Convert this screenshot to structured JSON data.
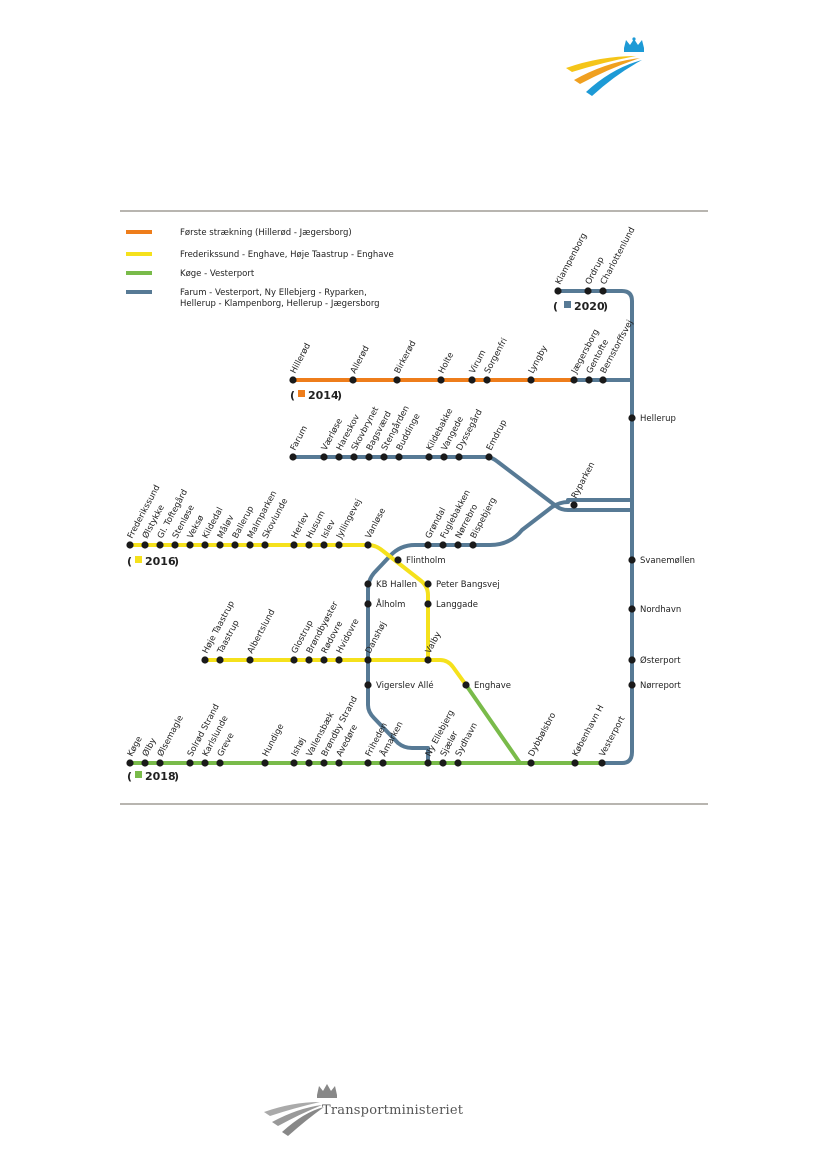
{
  "colors": {
    "orange": "#ee7d1b",
    "yellow": "#f5e11c",
    "green": "#79bb4a",
    "blue": "#577a95",
    "rule": "#b8b5b0"
  },
  "legend": [
    {
      "color": "orange",
      "text": "Første strækning (Hillerød - Jægersborg)"
    },
    {
      "color": "yellow",
      "text": "Frederikssund - Enghave, Høje Taastrup - Enghave"
    },
    {
      "color": "green",
      "text": "Køge - Vesterport"
    },
    {
      "color": "blue",
      "text": "Farum - Vesterport, Ny Ellebjerg - Ryparken,",
      "text2": "Hellerup - Klampenborg, Hellerup - Jægersborg"
    }
  ],
  "years": {
    "y2014": "2014",
    "y2016": "2016",
    "y2018": "2018",
    "y2020": "2020"
  },
  "stations": {
    "klampenborg": "Klampenborg",
    "ordrup": "Ordrup",
    "charlottenlund": "Charlottenlund",
    "hilleroed": "Hillerød",
    "alleroed": "Allerød",
    "birkeroed": "Birkerød",
    "holte": "Holte",
    "virum": "Virum",
    "sorgenfri": "Sorgenfri",
    "lyngby": "Lyngby",
    "jaegersborg": "Jægersborg",
    "gentofte": "Gentofte",
    "bernstorffsvej": "Bernstorffsvej",
    "hellerup": "Hellerup",
    "farum": "Farum",
    "vaerloese": "Værløse",
    "hareskov": "Hareskov",
    "skovbrynet": "Skovbrynet",
    "bagsvaerd": "Bagsværd",
    "stengaarden": "Stengården",
    "buddinge": "Buddinge",
    "kildebakke": "Kildebakke",
    "vangede": "Vangede",
    "dyssegaard": "Dyssegård",
    "emdrup": "Emdrup",
    "ryparken": "Ryparken",
    "frederikssund": "Frederikssund",
    "oelstykke": "Ølstykke",
    "gltoftegaard": "Gl. Toftegård",
    "stenloese": "Stenløse",
    "veksoe": "Veksø",
    "kildedal": "Kildedal",
    "maaloev": "Måløv",
    "ballerup": "Ballerup",
    "malmparken": "Malmparken",
    "skovlunde": "Skovlunde",
    "herlev": "Herlev",
    "husum": "Husum",
    "islev": "Islev",
    "jyllingevej": "Jyllingevej",
    "vanloese": "Vanløse",
    "grondal": "Grøndal",
    "fuglebakken": "Fuglebakken",
    "noerrebro": "Nørrebro",
    "bispebjerg": "Bispebjerg",
    "flintholm": "Flintholm",
    "svanemoellen": "Svanemøllen",
    "kbhallen": "KB Hallen",
    "peterbangsvej": "Peter Bangsvej",
    "aalholm": "Ålholm",
    "langgade": "Langgade",
    "nordhavn": "Nordhavn",
    "hoejetaastrup": "Høje Taastrup",
    "taastrup": "Taastrup",
    "albertslund": "Albertslund",
    "glostrup": "Glostrup",
    "broendbyoester": "Brøndbyøster",
    "roedovre": "Rødovre",
    "hvidovre": "Hvidovre",
    "danshoej": "Danshøj",
    "valby": "Valby",
    "oesterport": "Østerport",
    "vigerslevalle": "Vigerslev Allé",
    "enghave": "Enghave",
    "noerreport": "Nørreport",
    "koege": "Køge",
    "oelby": "Ølby",
    "oelsemagle": "Ølsemagle",
    "solroedstrand": "Solrød Strand",
    "karlslunde": "Karlslunde",
    "greve": "Greve",
    "hundige": "Hundige",
    "ishoej": "Ishøj",
    "vallensbaek": "Vallensbæk",
    "broendbystrand": "Brøndby Strand",
    "avedoere": "Avedøre",
    "friheden": "Friheden",
    "aamarken": "Åmarken",
    "nyellebjerg": "Ny Ellebjerg",
    "sjaelør": "Sjælør",
    "sydhavn": "Sydhavn",
    "dybboelsbro": "Dybbølsbro",
    "koebenhavnh": "København H",
    "vesterport": "Vesterport"
  },
  "footer": {
    "org": "Transportministeriet"
  }
}
